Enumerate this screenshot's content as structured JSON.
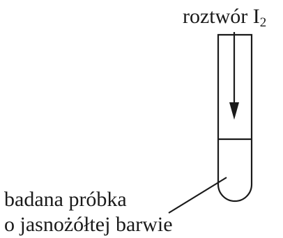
{
  "reagent": {
    "text": "roztwór I",
    "subscript": "2"
  },
  "sample": {
    "line1": "badana próbka",
    "line2": "o jasnożółtej barwie"
  }
}
